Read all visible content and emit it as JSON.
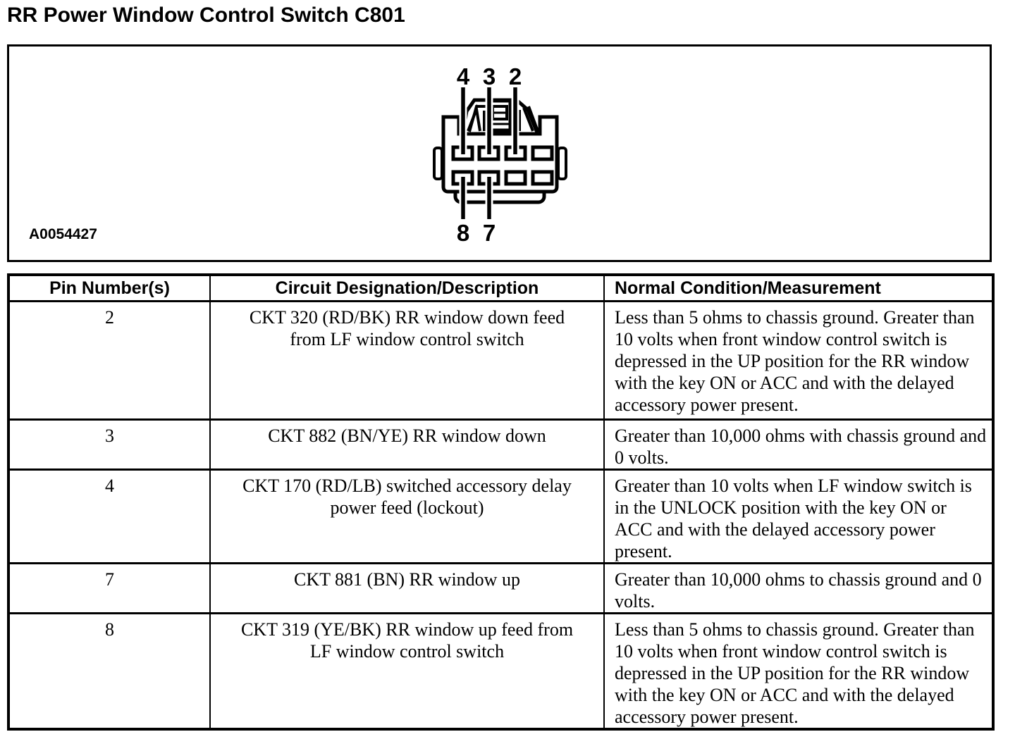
{
  "page_title": "RR Power Window Control Switch C801",
  "colors": {
    "ink": "#000000",
    "background": "#ffffff"
  },
  "figure": {
    "figure_id": "A0054427",
    "description": "connector face view, 8 cavities in 2 rows of 4, top latch",
    "pin_labels": {
      "top": [
        "4",
        "3",
        "2"
      ],
      "bottom": [
        "8",
        "7"
      ]
    }
  },
  "table": {
    "headers": [
      "Pin Number(s)",
      "Circuit Designation/Description",
      "Normal Condition/Measurement"
    ],
    "rows": [
      {
        "pin": "2",
        "circuit_lines": [
          "CKT 320 (RD/BK) RR window down feed",
          "from LF window control switch"
        ],
        "condition": "Less than 5 ohms to chassis ground. Greater than 10 volts when front window control switch is depressed in the UP position for the RR window with the key ON or ACC and with the delayed accessory power present."
      },
      {
        "pin": "3",
        "circuit_lines": [
          "CKT 882 (BN/YE) RR window down"
        ],
        "condition": "Greater than 10,000 ohms with chassis ground and 0 volts."
      },
      {
        "pin": "4",
        "circuit_lines": [
          "CKT 170 (RD/LB) switched accessory delay",
          "power feed (lockout)"
        ],
        "condition": "Greater than 10 volts when LF window switch is in the UNLOCK position with the key ON or ACC and with the delayed accessory power present."
      },
      {
        "pin": "7",
        "circuit_lines": [
          "CKT 881 (BN) RR window up"
        ],
        "condition": "Greater than 10,000 ohms to chassis ground and 0 volts."
      },
      {
        "pin": "8",
        "circuit_lines": [
          "CKT 319 (YE/BK) RR window up feed from",
          "LF window control switch"
        ],
        "condition": "Less than 5 ohms to chassis ground. Greater than 10 volts when front window control switch is depressed in the UP position for the RR window with the key ON or ACC and with the delayed accessory power present."
      }
    ]
  }
}
